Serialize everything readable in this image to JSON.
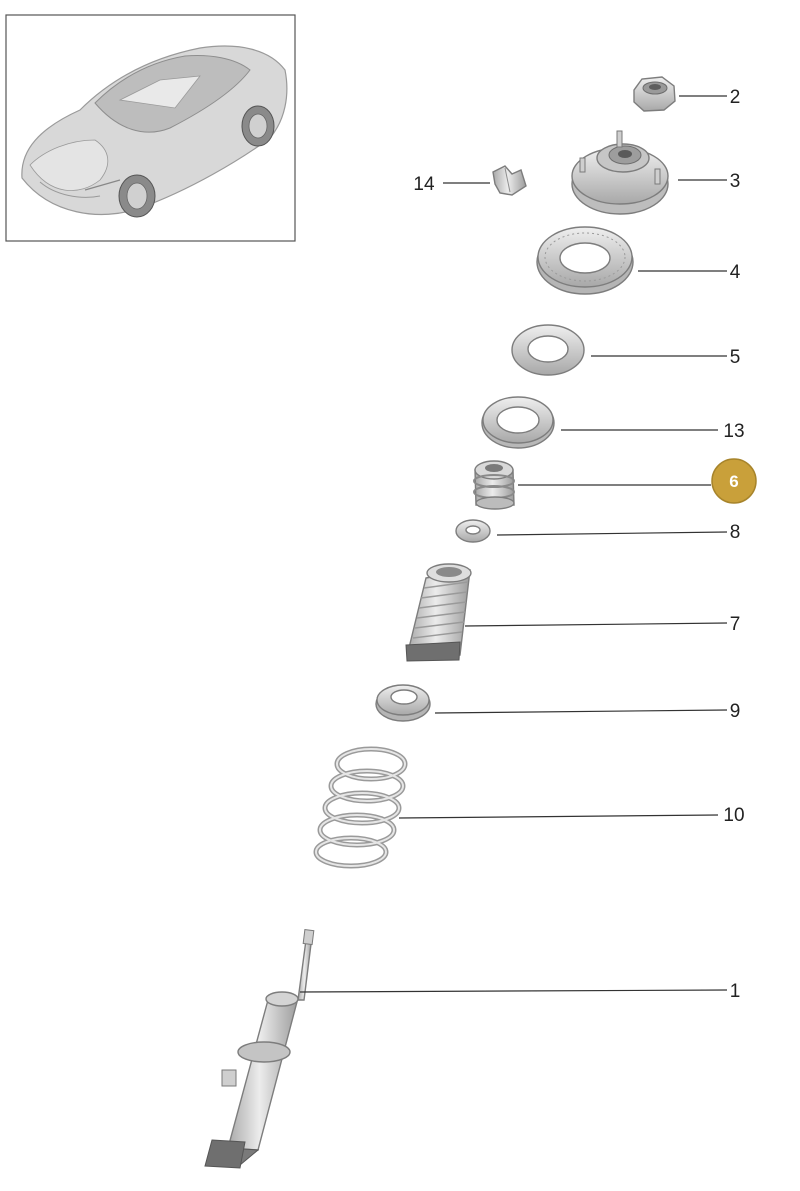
{
  "colors": {
    "highlight": "#c9a03a",
    "part_fill": "#dcdcdc",
    "part_dark": "#b8b8b8",
    "line": "#333333"
  },
  "callouts": [
    {
      "key": "p2",
      "label": "2"
    },
    {
      "key": "p3",
      "label": "3"
    },
    {
      "key": "p14",
      "label": "14"
    },
    {
      "key": "p4",
      "label": "4"
    },
    {
      "key": "p5",
      "label": "5"
    },
    {
      "key": "p13",
      "label": "13"
    },
    {
      "key": "p6",
      "label": "6",
      "highlighted": true
    },
    {
      "key": "p8",
      "label": "8"
    },
    {
      "key": "p7",
      "label": "7"
    },
    {
      "key": "p9",
      "label": "9"
    },
    {
      "key": "p10",
      "label": "10"
    },
    {
      "key": "p1",
      "label": "1"
    }
  ]
}
